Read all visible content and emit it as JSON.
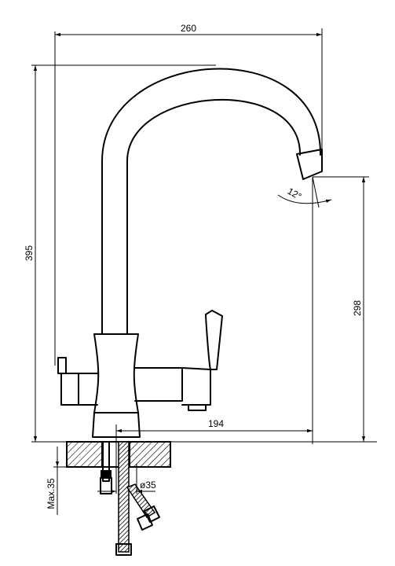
{
  "dimensions": {
    "overall_width": "260",
    "overall_height": "395",
    "spout_height": "298",
    "spout_reach": "194",
    "spout_angle": "12°",
    "hole_diameter": "ø35",
    "max_counter_thickness": "Max.35"
  },
  "colors": {
    "line": "#000000",
    "background": "#ffffff"
  }
}
